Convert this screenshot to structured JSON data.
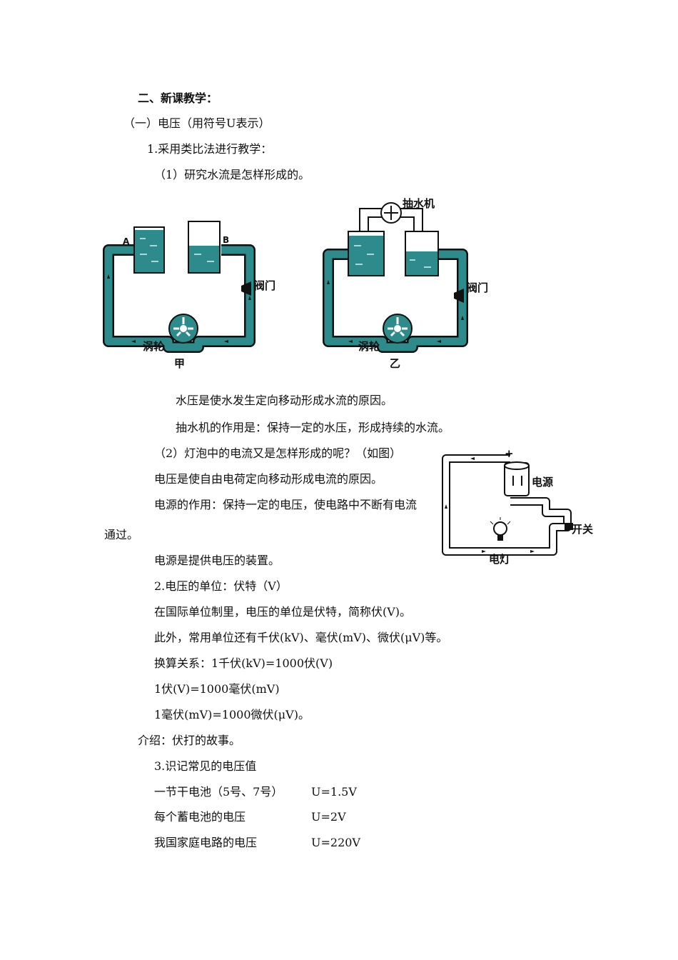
{
  "section_title": "二、新课教学：",
  "sub1": "（一）电压（用符号U表示）",
  "item1": "1.采用类比法进行教学：",
  "q1": "（1）研究水流是怎样形成的。",
  "fig1": {
    "label_a": "A",
    "label_b": "B",
    "valve": "阀门",
    "turbine": "涡轮",
    "name": "甲"
  },
  "fig2": {
    "pump": "抽水机",
    "valve": "阀门",
    "turbine": "涡轮",
    "name": "乙"
  },
  "p_water_pressure": "水压是使水发生定向移动形成水流的原因。",
  "p_pump_role": "抽水机的作用是：保持一定的水压，形成持续的水流。",
  "q2": "（2）灯泡中的电流又是怎样形成的呢？（如图）",
  "p_voltage_cause": "电压是使自由电荷定向移动形成电流的原因。",
  "p_source_role_1": "电源的作用：保持一定的电压，使电路中不断有电流",
  "p_source_role_2": "通过。",
  "p_source_device": "电源是提供电压的装置。",
  "fig3": {
    "plus": "+",
    "source": "电源",
    "switch": "开关",
    "lamp": "电灯"
  },
  "item2": "2.电压的单位：伏特（V）",
  "p_si_unit": "在国际单位制里，电压的单位是伏特，简称伏(V)。",
  "p_other_units": "此外，常用单位还有千伏(kV)、毫伏(mV)、微伏(μV)等。",
  "p_conv1": "换算关系：1千伏(kV)=1000伏(V)",
  "p_conv2": "1伏(V)=1000毫伏(mV)",
  "p_conv3": "1毫伏(mV)=1000微伏(μV)。",
  "p_intro": "介绍：伏打的故事。",
  "item3": "3.识记常见的电压值",
  "voltages": [
    {
      "name": "一节干电池（5号、7号）",
      "value": "U=1.5V"
    },
    {
      "name": "每个蓄电池的电压",
      "value": "U=2V"
    },
    {
      "name": "我国家庭电路的电压",
      "value": "U=220V"
    }
  ],
  "colors": {
    "water": "#2e8b8b",
    "pipe_outline": "#111111",
    "arrow": "#111111"
  }
}
